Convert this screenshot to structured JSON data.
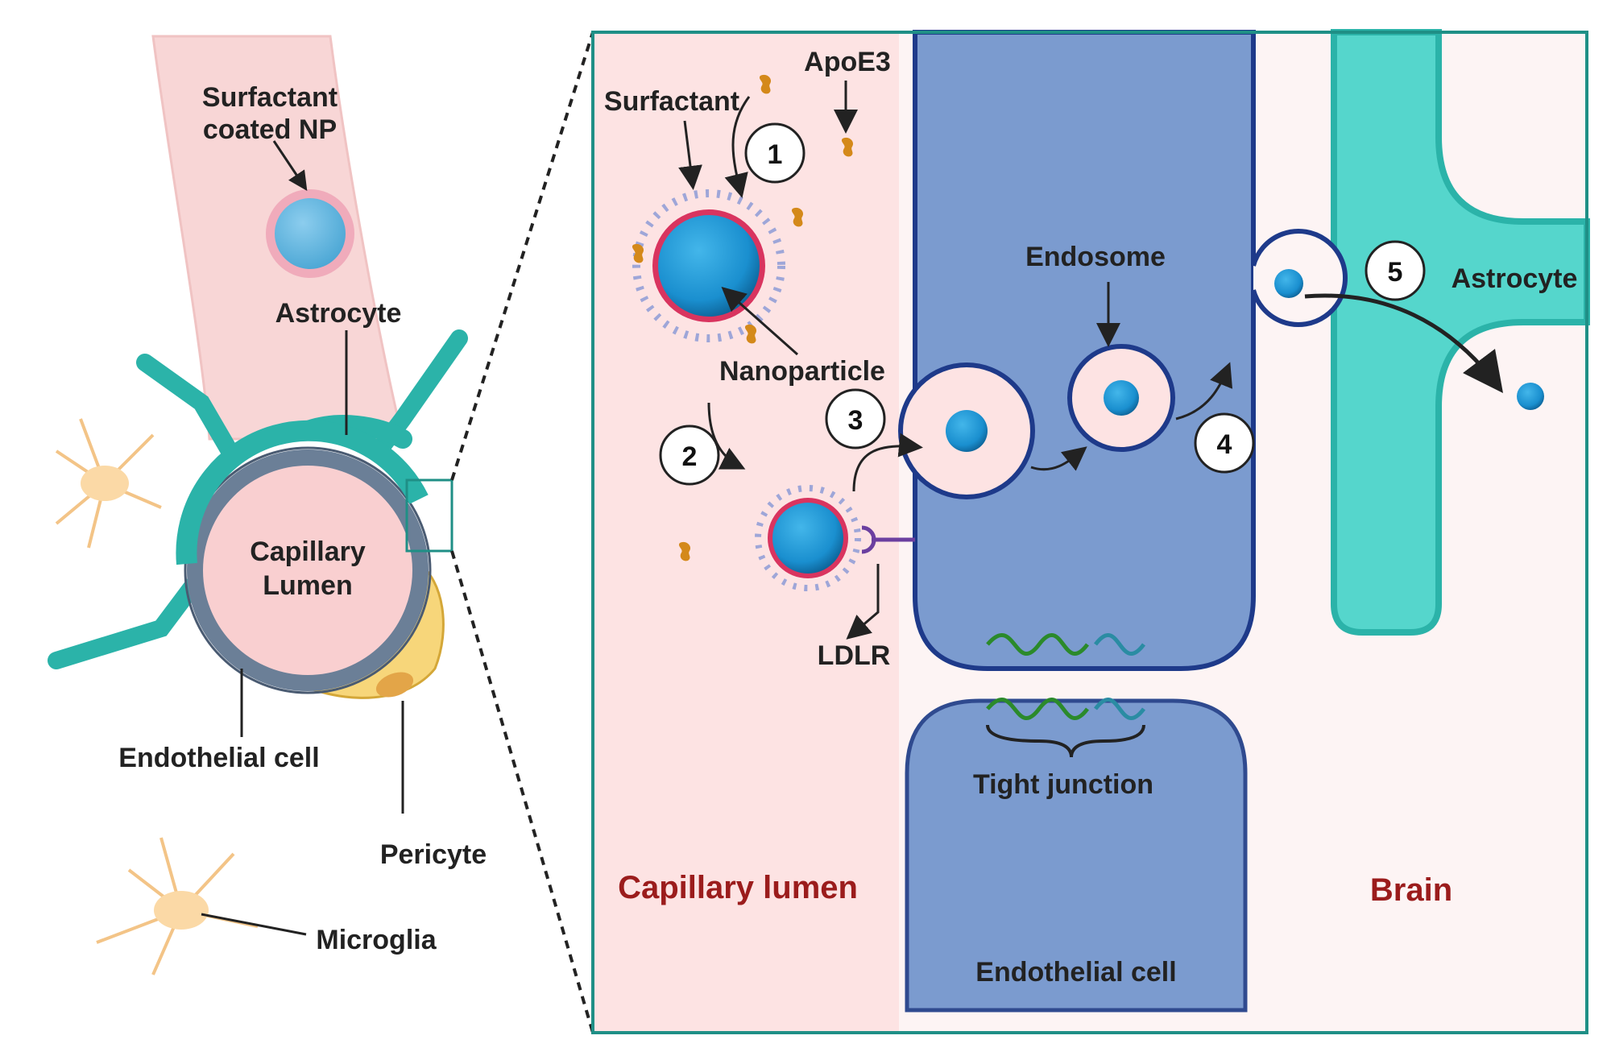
{
  "labels": {
    "surfactant_coated_np_line1": "Surfactant",
    "surfactant_coated_np_line2": "coated NP",
    "astrocyte_left": "Astrocyte",
    "capillary_lumen_line1": "Capillary",
    "capillary_lumen_line2": "Lumen",
    "endothelial_cell_left": "Endothelial cell",
    "pericyte": "Pericyte",
    "microglia": "Microglia",
    "surfactant": "Surfactant",
    "apoe3": "ApoE3",
    "nanoparticle": "Nanoparticle",
    "endosome": "Endosome",
    "astrocyte_right": "Astrocyte",
    "ldlr": "LDLR",
    "tight_junction": "Tight junction",
    "capillary_lumen_region": "Capillary lumen",
    "brain_region": "Brain",
    "endothelial_cell_right": "Endothelial cell"
  },
  "steps": [
    "1",
    "2",
    "3",
    "4",
    "5"
  ],
  "colors": {
    "lumen_bg": "#fde3e3",
    "brain_bg": "#fdf4f4",
    "endothelial": "#7b9bcf",
    "endothelial_border": "#1e3a8a",
    "astrocyte": "#55d6cc",
    "astrocyte_dark": "#2bb3a9",
    "nanoparticle": "#1a8fcf",
    "apoe3": "#d4891a",
    "surfactant_head": "#d9345f",
    "pericyte": "#f7d67a",
    "microglia": "#fbd9a6",
    "frame": "#1f8f86",
    "region_label": "#9b1c1c"
  }
}
